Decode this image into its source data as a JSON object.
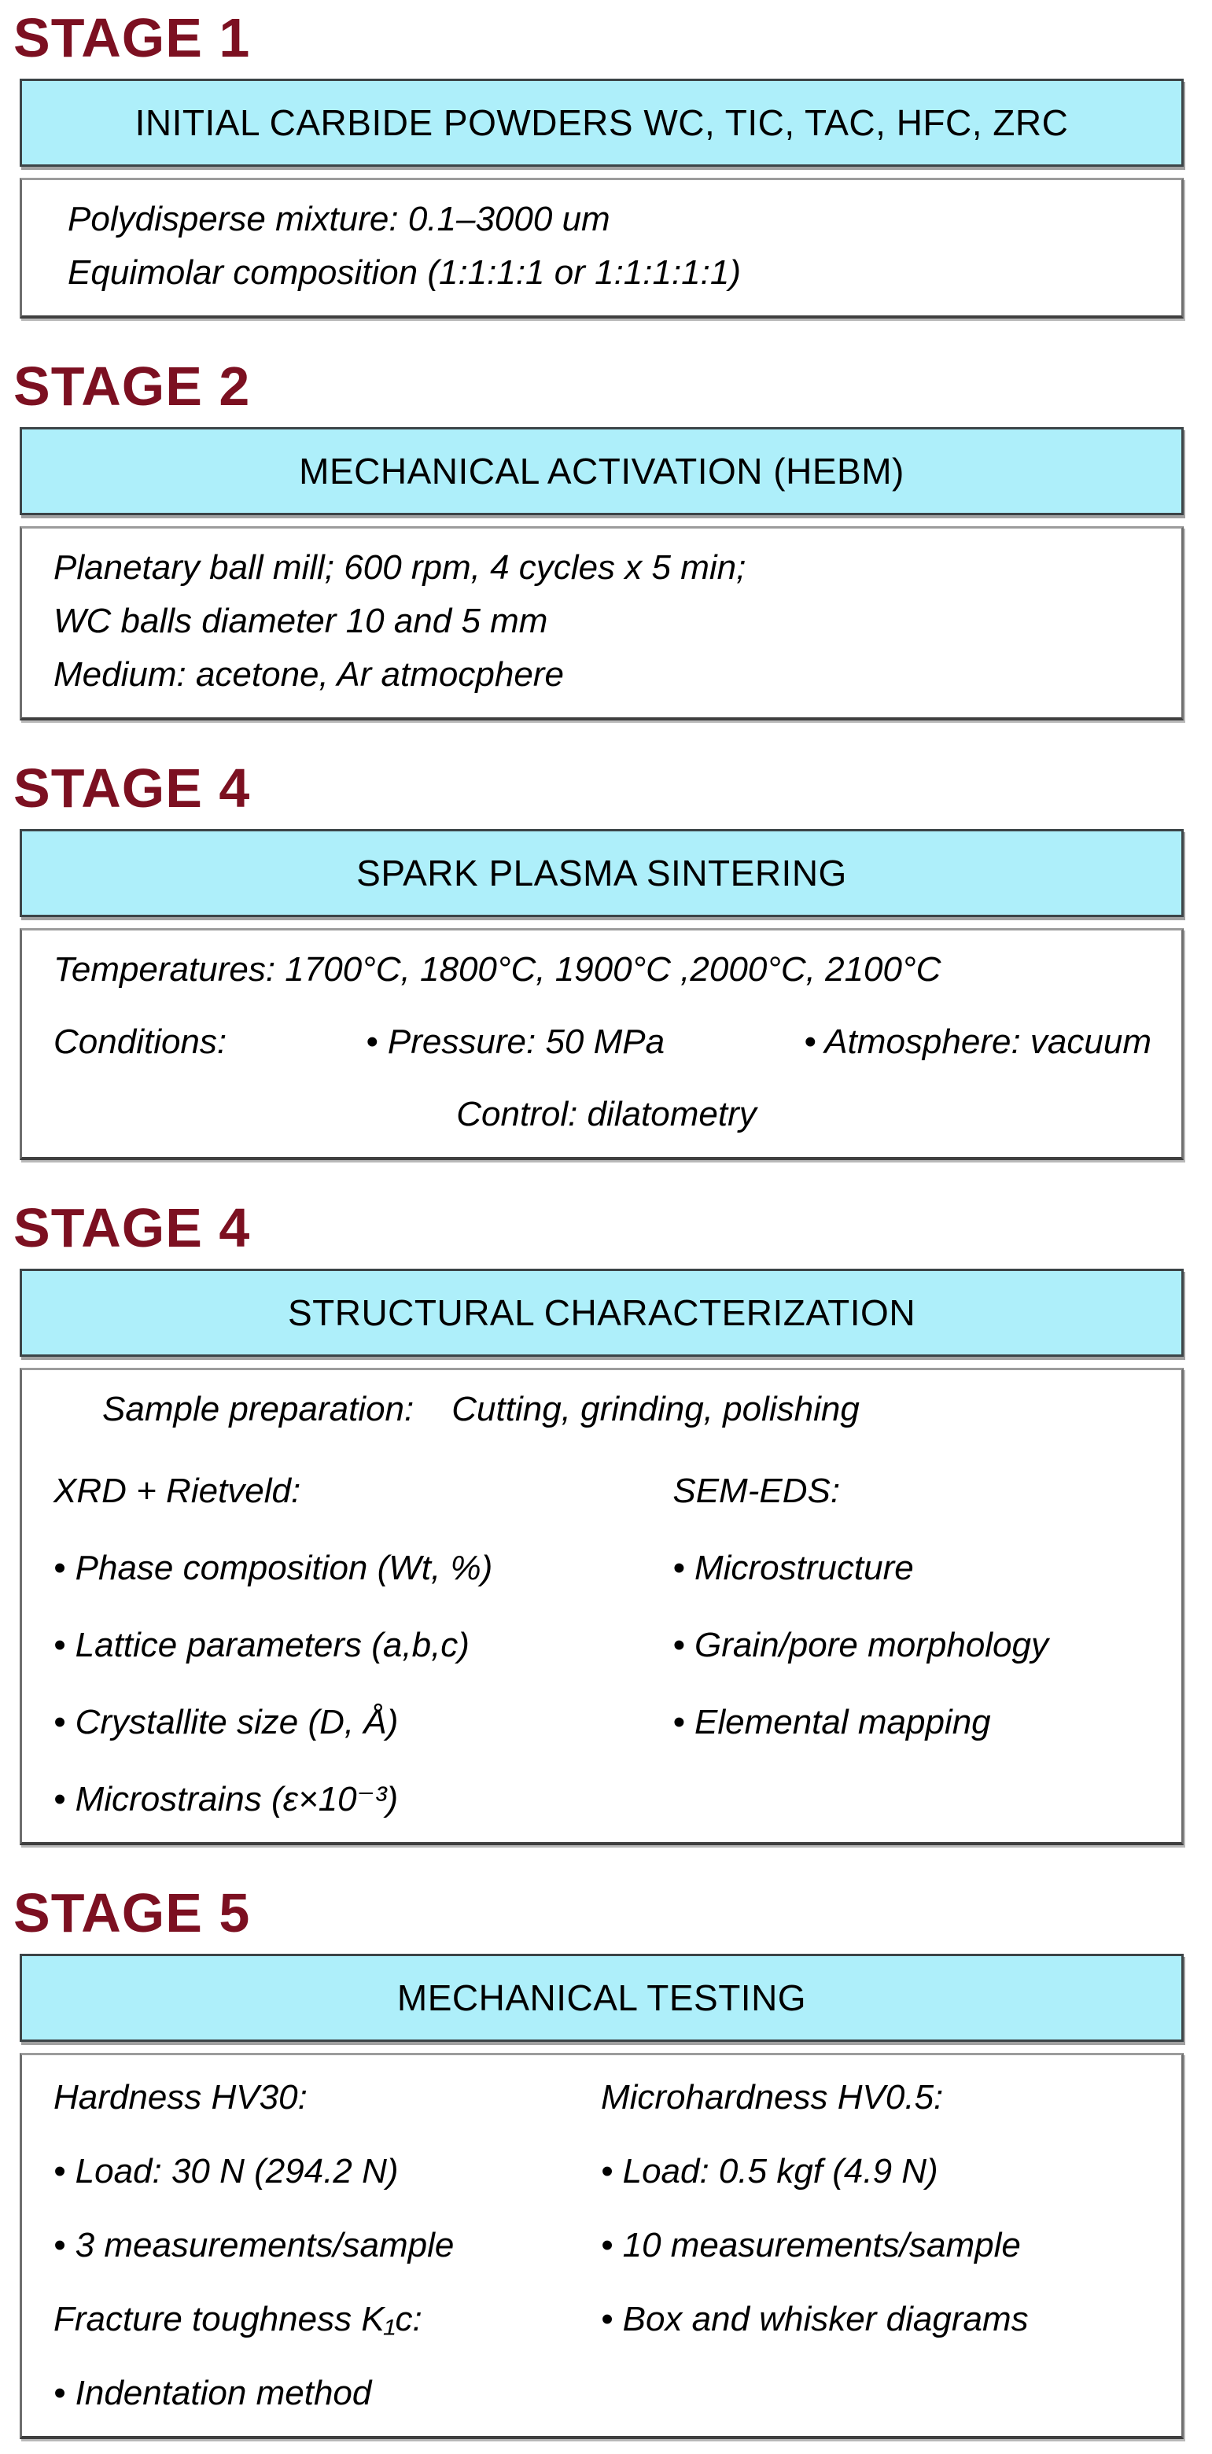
{
  "colors": {
    "stage_title": "#7c1021",
    "header_fill": "#aeeffa",
    "header_border": "#3c4447",
    "body_border": "#6e6e6e",
    "text": "#000000"
  },
  "stages": [
    {
      "label": "STAGE 1",
      "header": "INITIAL CARBIDE POWDERS WC, TIC, TAC, HFC, ZRC",
      "lines": [
        "Polydisperse mixture: 0.1–3000 um",
        "Equimolar composition (1:1:1:1 or 1:1:1:1:1)"
      ]
    },
    {
      "label": "STAGE 2",
      "header": "MECHANICAL ACTIVATION (HEBM)",
      "lines": [
        "Planetary ball mill; 600 rpm, 4 cycles x 5 min;",
        "WC balls diameter 10 and 5 mm",
        "Medium: acetone, Ar atmocphere"
      ]
    },
    {
      "label": "STAGE 4",
      "header": "SPARK PLASMA SINTERING",
      "temperatures_line": "Temperatures: 1700°C, 1800°C, 1900°C ,2000°C, 2100°C",
      "conditions_label": "Conditions:",
      "condition_items": [
        "• Pressure: 50 MPa",
        "• Atmosphere: vacuum"
      ],
      "control_line": "Control: dilatometry"
    },
    {
      "label": "STAGE 4",
      "header": "STRUCTURAL CHARACTERIZATION",
      "sample_prep_label": "Sample preparation:",
      "sample_prep_value": "Cutting, grinding, polishing",
      "left_title": "XRD + Rietveld:",
      "right_title": "SEM-EDS:",
      "left_items": [
        "• Phase composition (Wt, %)",
        "• Lattice parameters (a,b,c)",
        "• Crystallite size (D, Å)",
        "• Microstrains (ε×10⁻³)"
      ],
      "right_items": [
        "• Microstructure",
        "• Grain/pore morphology",
        "• Elemental mapping"
      ]
    },
    {
      "label": "STAGE 5",
      "header": "MECHANICAL TESTING",
      "left_items": [
        "Hardness HV30:",
        "• Load: 30 N (294.2 N)",
        "• 3 measurements/sample",
        "Fracture toughness K₁c:",
        "• Indentation method"
      ],
      "right_items": [
        "Microhardness HV0.5:",
        "• Load: 0.5 kgf (4.9 N)",
        "• 10 measurements/sample",
        "• Box and whisker diagrams"
      ]
    }
  ]
}
